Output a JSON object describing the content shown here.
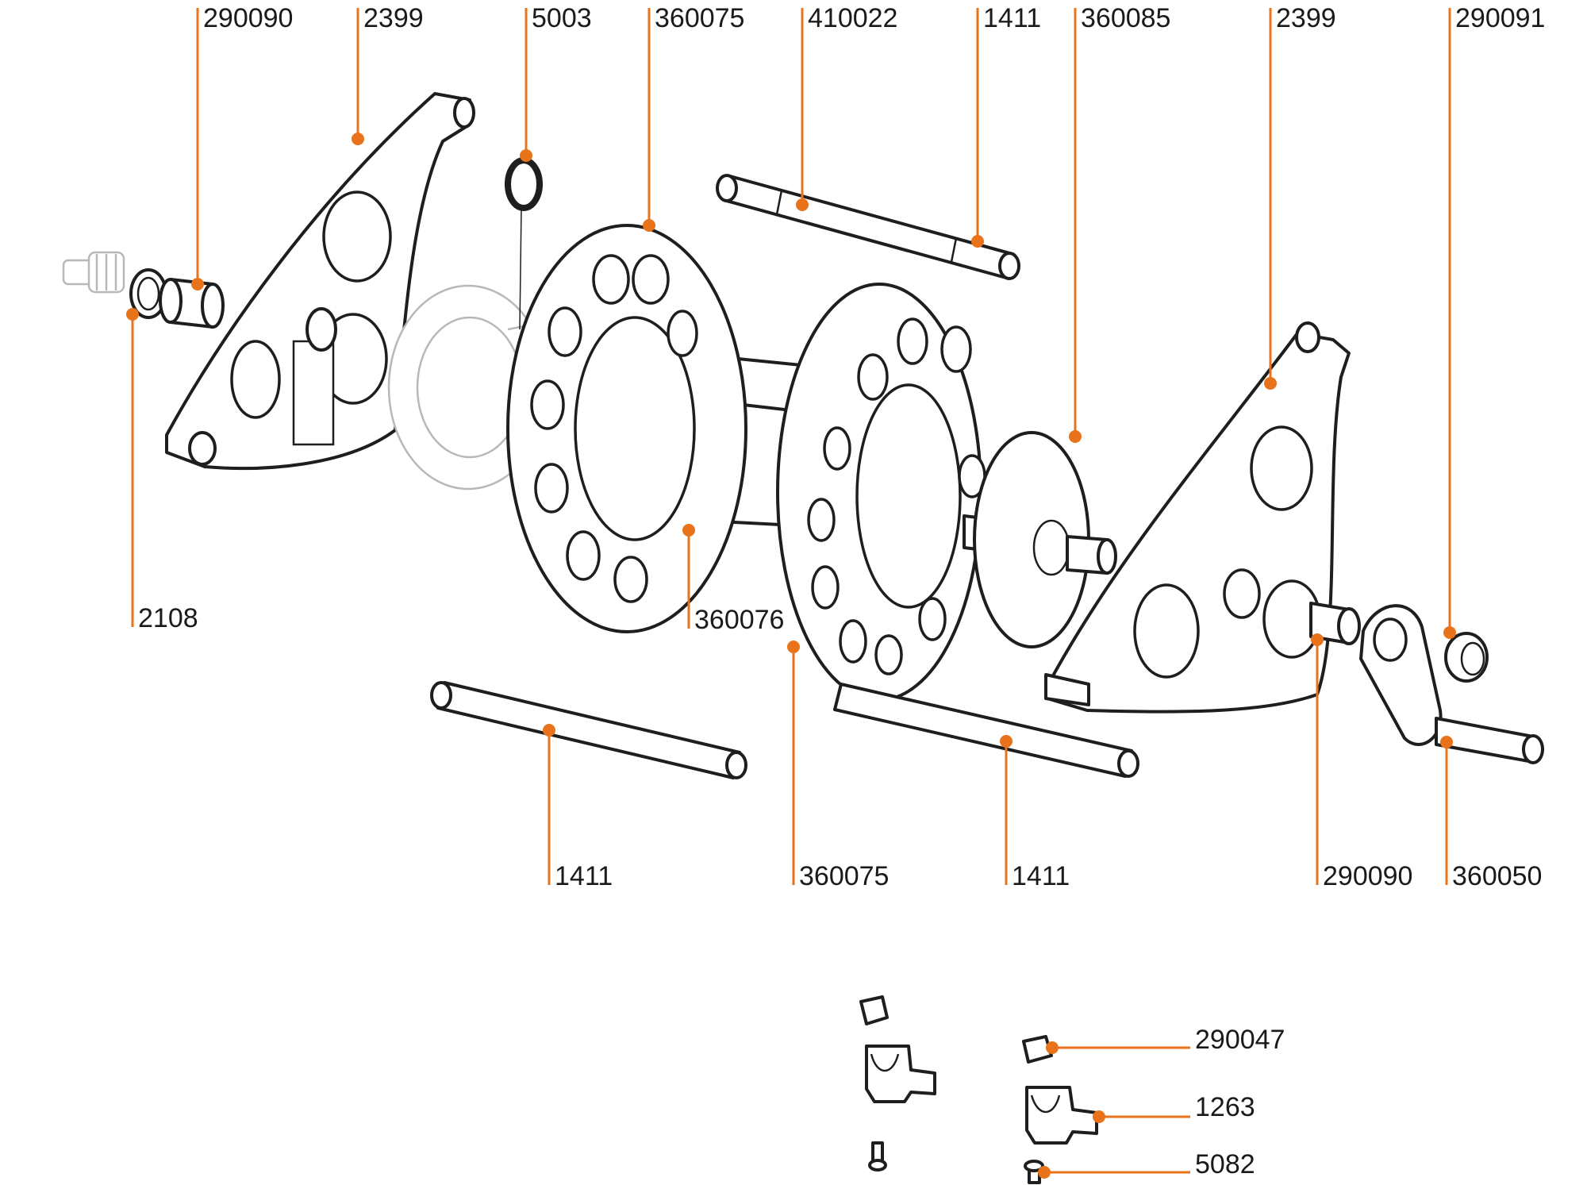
{
  "diagram": {
    "callouts_top": [
      "290090",
      "2399",
      "5003",
      "360075",
      "410022",
      "1411",
      "360085",
      "2399",
      "290091"
    ],
    "callouts_left": [
      "2108"
    ],
    "callouts_middle": [
      "360076"
    ],
    "callouts_bottom": [
      "1411",
      "360075",
      "1411",
      "290090",
      "360050"
    ],
    "callouts_hardware": [
      "290047",
      "1263",
      "5082"
    ],
    "colors": {
      "leader": "#e8731a",
      "line_art": "#1e1e1e",
      "ghost_art": "#b8b8b8"
    }
  }
}
